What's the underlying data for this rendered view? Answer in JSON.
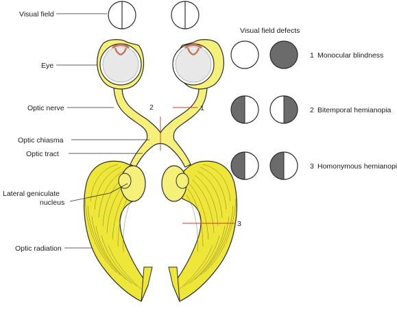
{
  "labels": {
    "visual_field": "Visual field",
    "eye": "Eye",
    "optic_nerve": "Optic nerve",
    "optic_chiasma": "Optic chiasma",
    "optic_tract": "Optic tract",
    "lgn_line1": "Lateral geniculate",
    "lgn_line2": "nucleus",
    "optic_radiation": "Optic radiation"
  },
  "lesion_markers": [
    "1",
    "2",
    "3"
  ],
  "defects": {
    "title": "Visual field defects",
    "items": [
      {
        "number": "1",
        "name": "Monocular blindness"
      },
      {
        "number": "2",
        "name": "Bitemporal hemianopia"
      },
      {
        "number": "3",
        "name": "Homonymous hemianopia"
      }
    ]
  },
  "colors": {
    "pathway_fill": "#f5f07a",
    "radiation_fill": "#efe63a",
    "outline": "#2a2a2a",
    "defect_fill": "#6b6b6b",
    "lesion_line": "#c0392b",
    "retina": "#c8765a"
  }
}
